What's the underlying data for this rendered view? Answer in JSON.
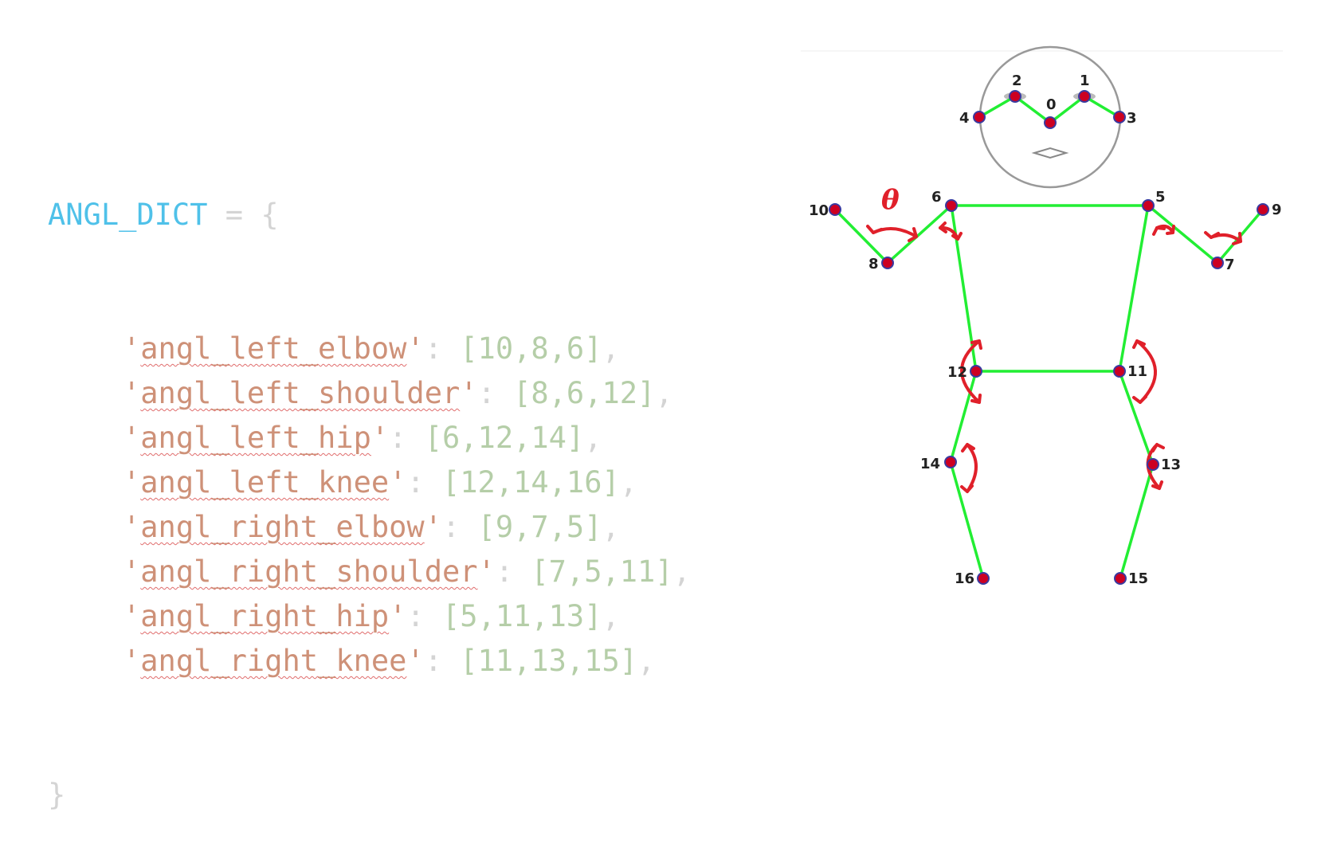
{
  "code": {
    "var_name": "ANGL_DICT",
    "assign": " = ",
    "open_brace": "{",
    "close_brace": "}",
    "entries": [
      {
        "key": "angl_left_elbow",
        "value": "[10,8,6]"
      },
      {
        "key": "angl_left_shoulder",
        "value": "[8,6,12]"
      },
      {
        "key": "angl_left_hip",
        "value": "[6,12,14]"
      },
      {
        "key": "angl_left_knee",
        "value": "[12,14,16]"
      },
      {
        "key": "angl_right_elbow",
        "value": "[9,7,5]"
      },
      {
        "key": "angl_right_shoulder",
        "value": "[7,5,11]"
      },
      {
        "key": "angl_right_hip",
        "value": "[5,11,13]"
      },
      {
        "key": "angl_right_knee",
        "value": "[11,13,15]"
      }
    ]
  },
  "diagram": {
    "theta_label": "θ",
    "keypoint_labels": [
      "0",
      "1",
      "2",
      "3",
      "4",
      "5",
      "6",
      "7",
      "8",
      "9",
      "10",
      "11",
      "12",
      "13",
      "14",
      "15",
      "16"
    ],
    "colors": {
      "bone": "#22ee33",
      "joint_fill": "#cc0022",
      "joint_stroke": "#3a3aa0",
      "angle_arrow": "#e0202a",
      "head_outline": "#999999"
    }
  }
}
